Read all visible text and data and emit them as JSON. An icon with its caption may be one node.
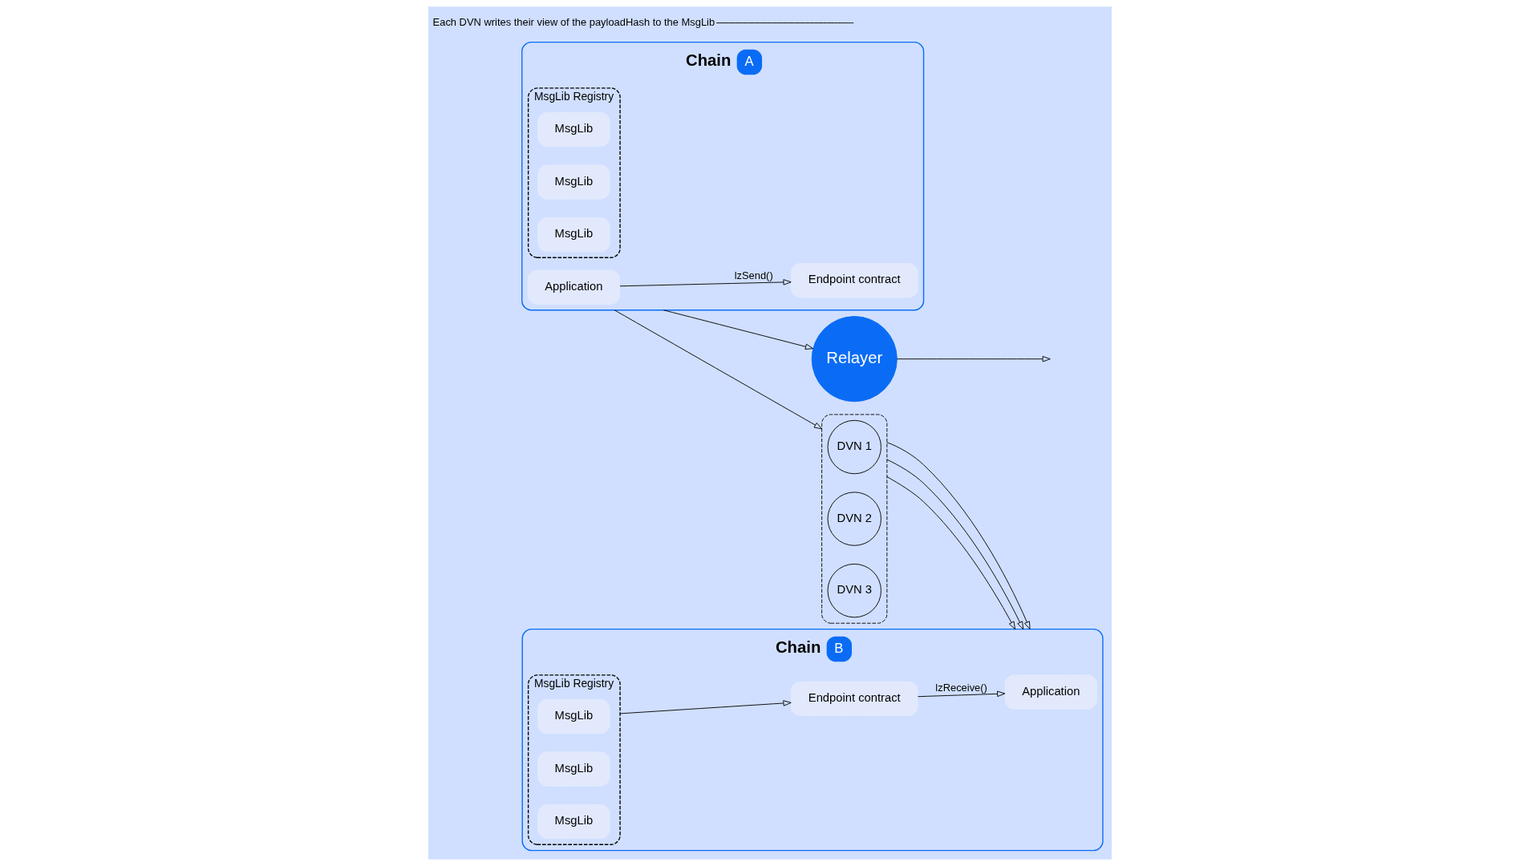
{
  "diagram": {
    "nodes": [
      {
        "text": [
          "Chain",
          "A"
        ]
      },
      {
        "text": [
          "Application"
        ],
        "in": 0
      },
      {
        "text": [
          "Endpoint contract"
        ],
        "in": 0
      },
      {
        "text": [
          "MsgLib Registry"
        ],
        "in": 0
      },
      {
        "text": [
          "MsgLib"
        ],
        "in": 3
      },
      {
        "text": [
          "MsgLib"
        ],
        "in": 3
      },
      {
        "text": [
          "MsgLib"
        ],
        "in": 3
      },
      {
        "text": [
          "Relayer"
        ]
      },
      {
        "text": [],
        "shape": "box"
      },
      {
        "text": [
          "DVN 1"
        ],
        "in": 8
      },
      {
        "text": [
          "DVN 2"
        ],
        "in": 8
      },
      {
        "text": [
          "DVN 3"
        ],
        "in": 8
      },
      {
        "text": [
          "Chain",
          "B"
        ]
      },
      {
        "text": [
          "Application"
        ],
        "in": 12
      },
      {
        "text": [
          "Endpoint contract"
        ],
        "in": 12
      },
      {
        "text": [
          "MsgLib Registry"
        ],
        "in": 12
      },
      {
        "text": [
          "MsgLib"
        ],
        "in": 15
      },
      {
        "text": [
          "MsgLib"
        ],
        "in": 15
      },
      {
        "text": [
          "MsgLib"
        ],
        "in": 15
      },
      {
        "text": [
          "Each DVN writes their view of the payloadHash to the MsgLib"
        ]
      }
    ],
    "edges": [
      {
        "from": 1,
        "to": 2,
        "arrow": "to",
        "label": "lzSend()"
      },
      {
        "from": 0,
        "to": 7,
        "arrow": "to"
      },
      {
        "from": 0,
        "to": 8,
        "arrow": "to"
      },
      {
        "from": 7,
        "to": null,
        "arrow": "to"
      },
      {
        "from": 8,
        "to": 12,
        "arrow": "to"
      },
      {
        "from": 8,
        "to": 12,
        "arrow": "to"
      },
      {
        "from": 8,
        "to": 12,
        "arrow": "to"
      },
      {
        "from": 15,
        "to": 14,
        "arrow": "to"
      },
      {
        "from": 14,
        "to": 13,
        "arrow": "to",
        "label": "lzReceive()"
      },
      {
        "from": 19,
        "to": null,
        "arrow": "none"
      }
    ]
  }
}
